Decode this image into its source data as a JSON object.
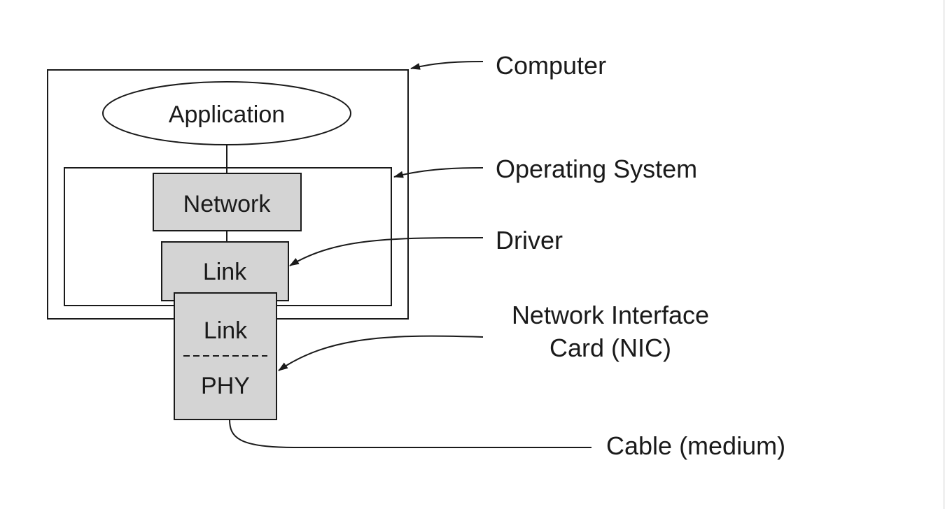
{
  "diagram": {
    "nodes": {
      "application": "Application",
      "network": "Network",
      "link_driver": "Link",
      "link_nic": "Link",
      "phy": "PHY"
    },
    "labels": {
      "computer": "Computer",
      "operating_system": "Operating System",
      "driver": "Driver",
      "nic_line1": "Network Interface",
      "nic_line2": "Card (NIC)",
      "cable": "Cable (medium)"
    }
  },
  "colors": {
    "stroke": "#1a1a1a",
    "layer_fill": "#d4d4d4",
    "background": "#ffffff"
  }
}
